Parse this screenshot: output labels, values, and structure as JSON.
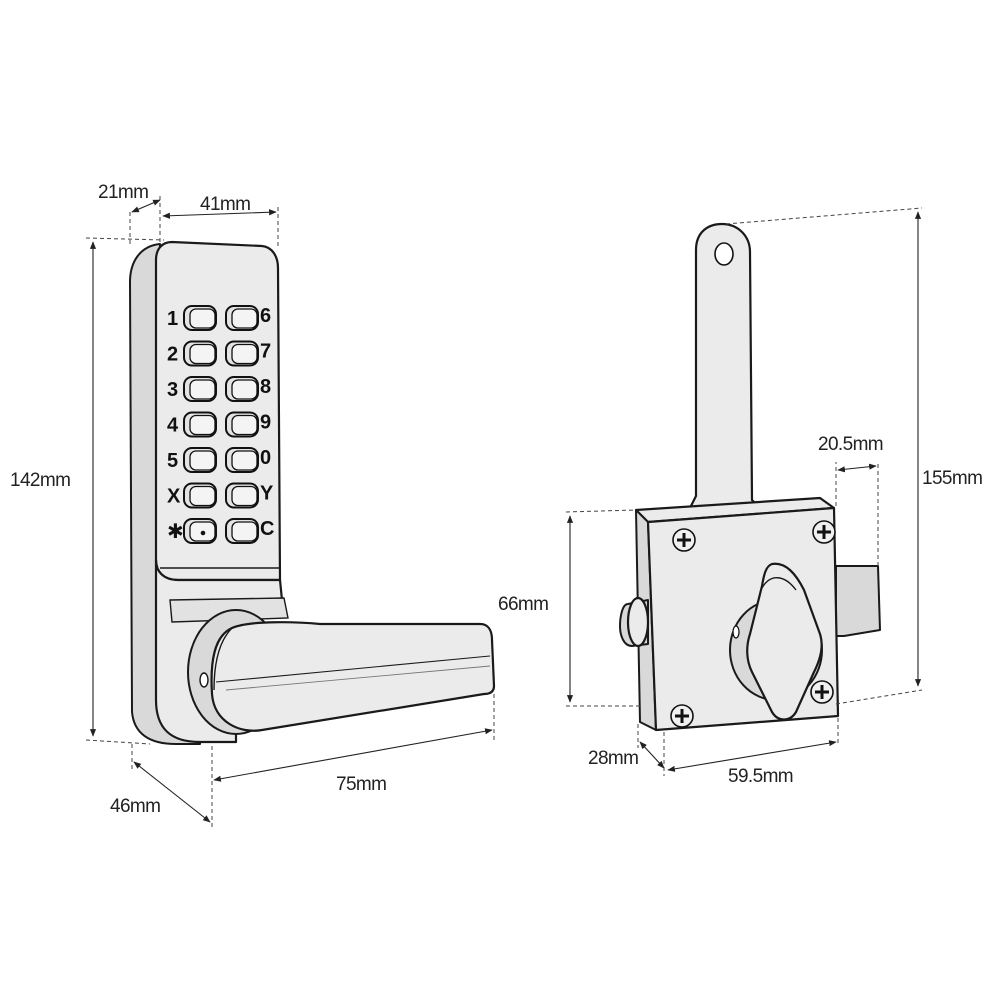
{
  "dimensions": {
    "keypad_depth": "21mm",
    "keypad_width": "41mm",
    "keypad_height": "142mm",
    "handle_depth": "46mm",
    "handle_length": "75mm",
    "lock_case_height": "66mm",
    "bolt_throw": "20.5mm",
    "overall_height": "155mm",
    "case_depth": "28mm",
    "case_width": "59.5mm"
  },
  "keypad": {
    "left_keys": [
      "1",
      "2",
      "3",
      "4",
      "5",
      "X",
      "✱"
    ],
    "right_keys": [
      "6",
      "7",
      "8",
      "9",
      "0",
      "Y",
      "C"
    ]
  },
  "colors": {
    "line": "#1a1a1a",
    "fill": "#ebebeb",
    "shade": "#d9d9d9"
  }
}
